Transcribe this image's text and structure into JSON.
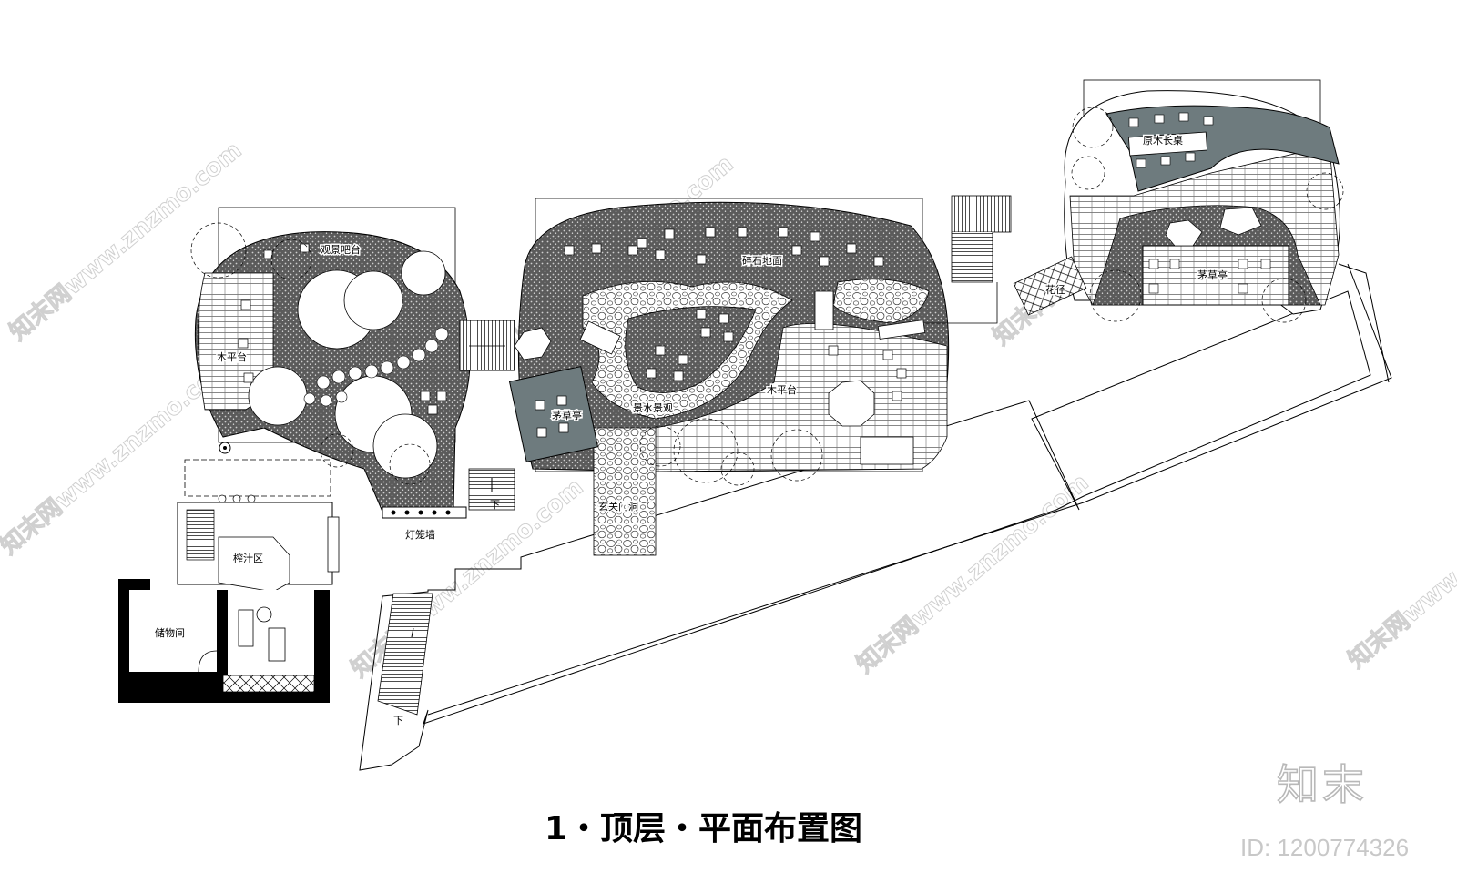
{
  "title": "1・顶层・平面布置图",
  "labels": {
    "viewing_terrace": "观景吧台",
    "wood_deck_left": "木平台",
    "lantern_wall": "灯笼墙",
    "juice_area": "榨汁区",
    "storage": "储物间",
    "down_1": "下",
    "down_2": "下",
    "gravel_ground": "碎石地面",
    "thatched_pavilion_1": "茅草亭",
    "landscape_pond": "景水景观",
    "wood_deck_mid": "木平台",
    "entrance_path": "玄关门洞",
    "log_table": "原木长桌",
    "thatched_pavilion_2": "茅草亭",
    "flower_path": "花径"
  },
  "watermarks": {
    "site": "知末网www.znzmo.com",
    "brand": "知末",
    "doc_id": "ID: 1200774326"
  },
  "colors": {
    "line": "#000000",
    "gravel": "#5a5a5a",
    "pavilion_roof": "#6e7b7e",
    "watermark": "#cfcfcf"
  }
}
